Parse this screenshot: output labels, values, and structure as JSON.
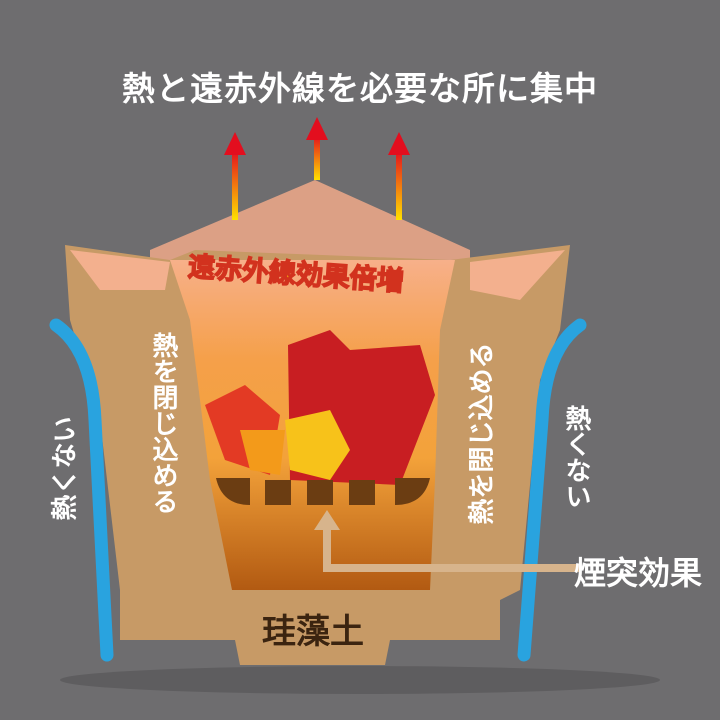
{
  "title": "熱と遠赤外線を必要な所に集中",
  "boost_label": "遠赤外線効果倍増",
  "left_inner": "熱を閉じ込める",
  "right_inner": "熱を閉じ込める",
  "left_outer": "熱くない",
  "right_outer": "熱くない",
  "chimney_label": "煙突効果",
  "material_label": "珪藻土",
  "colors": {
    "background": "#6e6d6f",
    "body": "#c79a66",
    "insulation": "#29a3df",
    "flame": "#e8512a",
    "arrow": "#e30e1e"
  }
}
